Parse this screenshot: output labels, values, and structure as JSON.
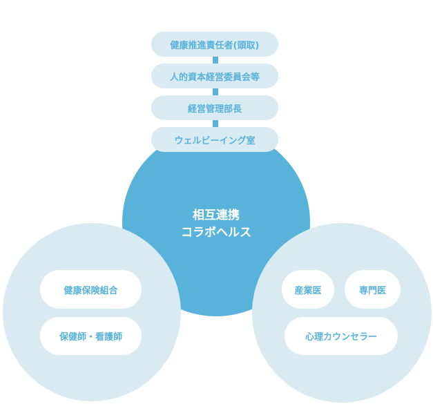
{
  "hierarchy": [
    "健康推進責任者(頭取)",
    "人的資本経営委員会等",
    "経営管理部長",
    "ウェルビーイング室"
  ],
  "center": {
    "line1": "相互連携",
    "line2": "コラボヘルス"
  },
  "left": [
    "健康保険組合",
    "保健師・看護師"
  ],
  "right": [
    "産業医",
    "専門医",
    "心理カウンセラー"
  ],
  "colors": {
    "accent": "#58b2da",
    "light": "#d9eaf3"
  }
}
